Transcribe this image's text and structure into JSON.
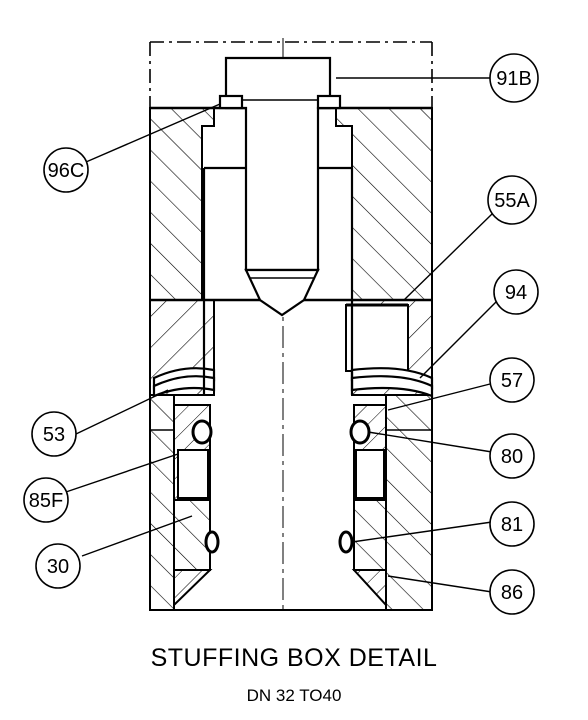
{
  "title": "STUFFING BOX DETAIL",
  "subtitle": "DN 32 TO40",
  "callouts": [
    {
      "id": "91b",
      "label": "91B"
    },
    {
      "id": "96c",
      "label": "96C"
    },
    {
      "id": "55a",
      "label": "55A"
    },
    {
      "id": "94",
      "label": "94"
    },
    {
      "id": "57",
      "label": "57"
    },
    {
      "id": "53",
      "label": "53"
    },
    {
      "id": "80",
      "label": "80"
    },
    {
      "id": "85f",
      "label": "85F"
    },
    {
      "id": "81",
      "label": "81"
    },
    {
      "id": "30",
      "label": "30"
    },
    {
      "id": "86",
      "label": "86"
    }
  ],
  "colors": {
    "line": "#000000",
    "background": "#ffffff"
  }
}
